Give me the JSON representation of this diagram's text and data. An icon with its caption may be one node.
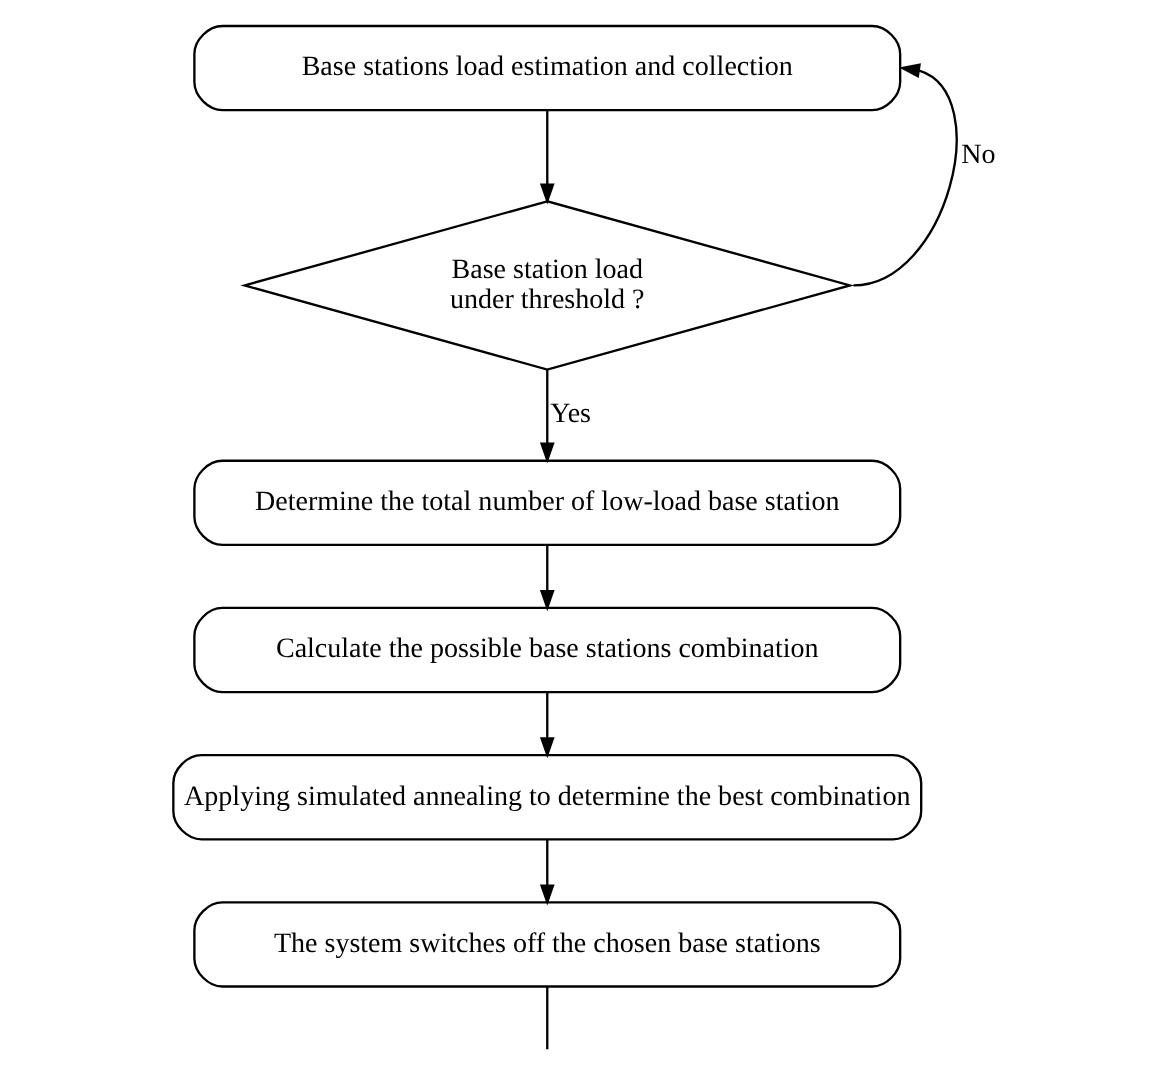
{
  "diagram": {
    "nodes": [
      {
        "text": [
          "Base stations load estimation and collection"
        ]
      },
      {
        "text": [
          "Base station load under threshold ?"
        ]
      },
      {
        "text": [
          "Determine the total number of low-load base station"
        ]
      },
      {
        "text": [
          "Calculate the possible base stations combination"
        ]
      },
      {
        "text": [
          "Applying simulated annealing to determine the best combination"
        ]
      },
      {
        "text": [
          "The system switches off the chosen base stations"
        ]
      }
    ],
    "edges": [
      {
        "from": 0,
        "to": 1,
        "arrow": "to"
      },
      {
        "from": 1,
        "to": 2,
        "arrow": "to",
        "label": "Yes"
      },
      {
        "from": 2,
        "to": 3,
        "arrow": "to"
      },
      {
        "from": 3,
        "to": 4,
        "arrow": "to"
      },
      {
        "from": 4,
        "to": 5,
        "arrow": "to"
      },
      {
        "from": 1,
        "to": 0,
        "arrow": "to",
        "label": "No"
      },
      {
        "from": 5,
        "to": null,
        "arrow": "none"
      }
    ]
  }
}
